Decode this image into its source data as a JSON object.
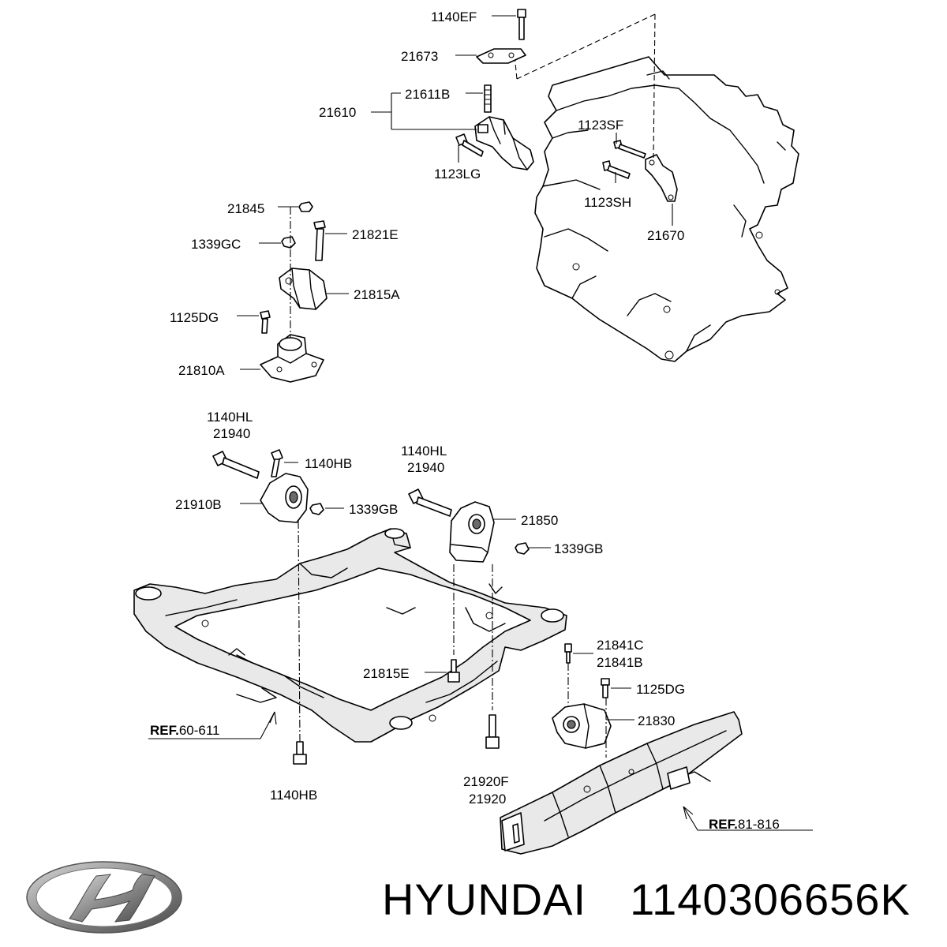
{
  "diagram": {
    "labels": {
      "p1140EF": "1140EF",
      "p21673": "21673",
      "p21611B": "21611B",
      "p21610": "21610",
      "p1123LG": "1123LG",
      "p1123SF": "1123SF",
      "p1123SH": "1123SH",
      "p21670": "21670",
      "p21845": "21845",
      "p21821E": "21821E",
      "p1339GC": "1339GC",
      "p21815A": "21815A",
      "p1125DG_a": "1125DG",
      "p21810A": "21810A",
      "p1140HL_a": "1140HL",
      "p21940_a": "21940",
      "p1140HB_a": "1140HB",
      "p21910B": "21910B",
      "p1339GB_a": "1339GB",
      "p1140HL_b": "1140HL",
      "p21940_b": "21940",
      "p21850": "21850",
      "p1339GB_b": "1339GB",
      "p21841C": "21841C",
      "p21841B": "21841B",
      "p1125DG_b": "1125DG",
      "p21830": "21830",
      "p21815E": "21815E",
      "p1140HB_b": "1140HB",
      "p21920F": "21920F",
      "p21920": "21920",
      "ref1_bold": "REF.",
      "ref1_num": "60-611",
      "ref2_bold": "REF.",
      "ref2_num": "81-816"
    }
  },
  "footer": {
    "brand": "HYUNDAI",
    "part_number": "1140306656K",
    "logo_icon": "hyundai-logo-icon"
  }
}
